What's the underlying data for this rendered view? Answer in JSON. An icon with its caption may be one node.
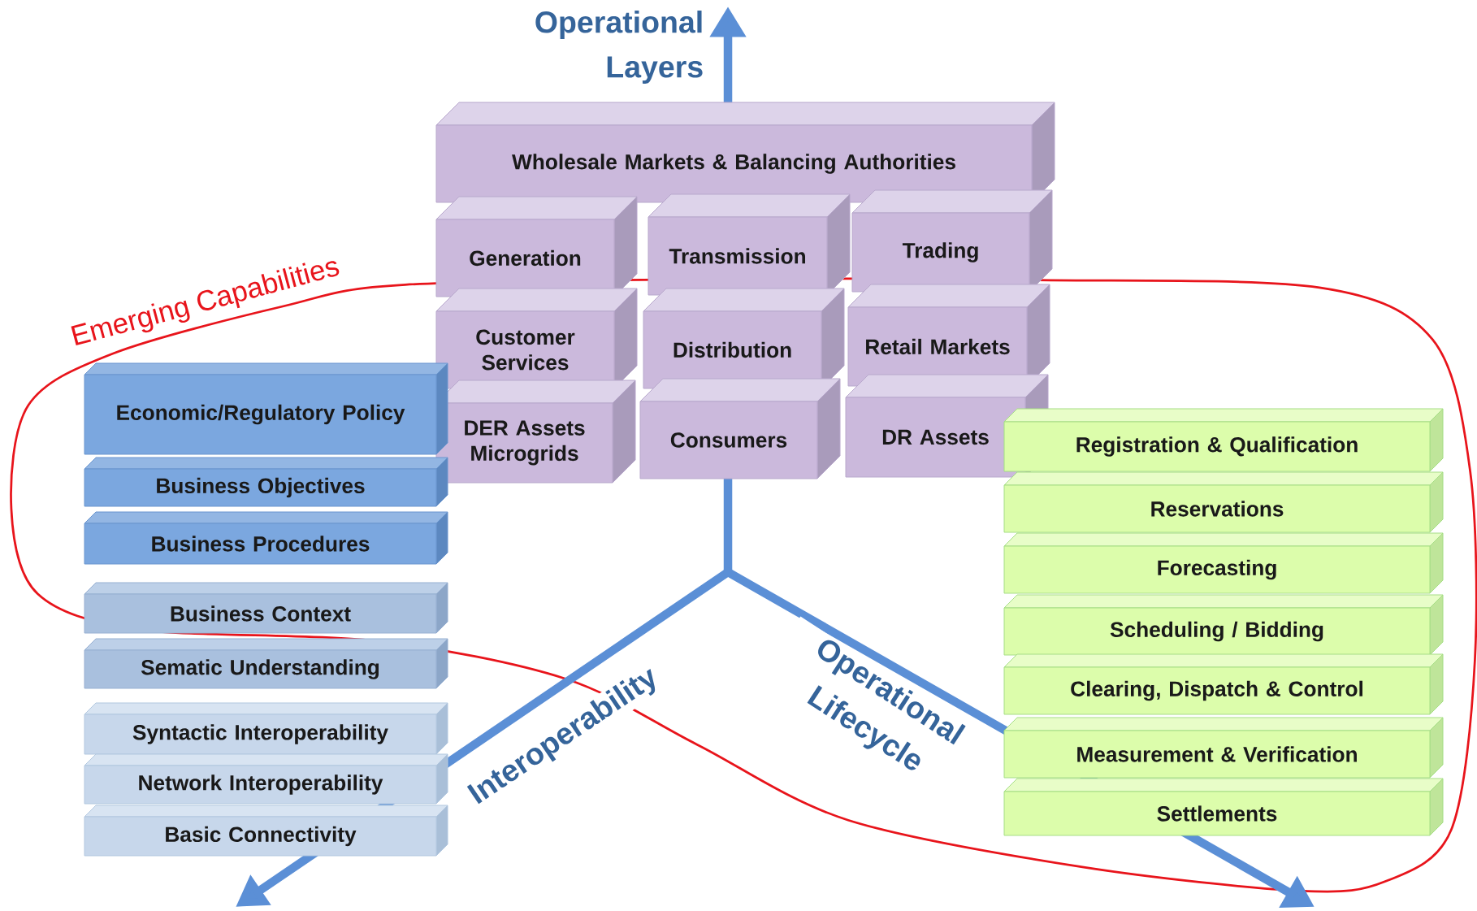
{
  "diagram": {
    "nodes": [
      {
        "text": [
          "Wholesale Markets & Balancing Authorities"
        ]
      },
      {
        "text": [
          "Generation"
        ]
      },
      {
        "text": [
          "Transmission"
        ]
      },
      {
        "text": [
          "Trading"
        ]
      },
      {
        "text": [
          "Customer Services"
        ]
      },
      {
        "text": [
          "Distribution"
        ]
      },
      {
        "text": [
          "Retail Markets"
        ]
      },
      {
        "text": [
          "DER Assets Microgrids"
        ]
      },
      {
        "text": [
          "Consumers"
        ]
      },
      {
        "text": [
          "DR Assets"
        ]
      },
      {
        "text": [
          "Economic/Regulatory Policy"
        ]
      },
      {
        "text": [
          "Business Objectives"
        ]
      },
      {
        "text": [
          "Business Procedures"
        ]
      },
      {
        "text": [
          "Business Context"
        ]
      },
      {
        "text": [
          "Sematic Understanding"
        ]
      },
      {
        "text": [
          "Syntactic Interoperability"
        ]
      },
      {
        "text": [
          "Network Interoperability"
        ]
      },
      {
        "text": [
          "Basic Connectivity"
        ]
      },
      {
        "text": [
          "Registration & Qualification"
        ]
      },
      {
        "text": [
          "Reservations"
        ]
      },
      {
        "text": [
          "Forecasting"
        ]
      },
      {
        "text": [
          "Scheduling / Bidding"
        ]
      },
      {
        "text": [
          "Clearing, Dispatch & Control"
        ]
      },
      {
        "text": [
          "Measurement & Verification"
        ]
      },
      {
        "text": [
          "Settlements"
        ]
      }
    ],
    "labels": [
      "Operational Layers",
      "Emerging Capabilities",
      "Interoperability",
      "Operational Lifecycle"
    ]
  }
}
